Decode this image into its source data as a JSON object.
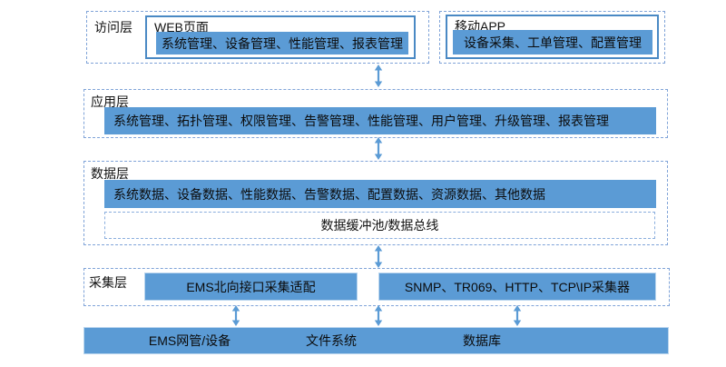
{
  "colors": {
    "fill_blue": "#5B9BD5",
    "solid_box_border": "#4A89C4",
    "dashed_border": "#7FA3D8",
    "arrow": "#5B9BD5",
    "text": "#111111"
  },
  "layers": {
    "access": {
      "label": "访问层",
      "web": {
        "title": "WEB页面",
        "items": "系统管理、设备管理、性能管理、报表管理"
      },
      "app": {
        "title": "移动APP",
        "items": "设备采集、工单管理、配置管理"
      }
    },
    "application": {
      "label": "应用层",
      "items": "系统管理、拓扑管理、权限管理、告警管理、性能管理、用户管理、升级管理、报表管理"
    },
    "data": {
      "label": "数据层",
      "items": "系统数据、设备数据、性能数据、告警数据、配置数据、资源数据、其他数据",
      "bus": "数据缓冲池/数据总线"
    },
    "collection": {
      "label": "采集层",
      "ems": "EMS北向接口采集适配",
      "collectors": "SNMP、TR069、HTTP、TCP\\IP采集器"
    },
    "bottom": {
      "items": [
        "EMS网管/设备",
        "文件系统",
        "数据库"
      ]
    }
  }
}
